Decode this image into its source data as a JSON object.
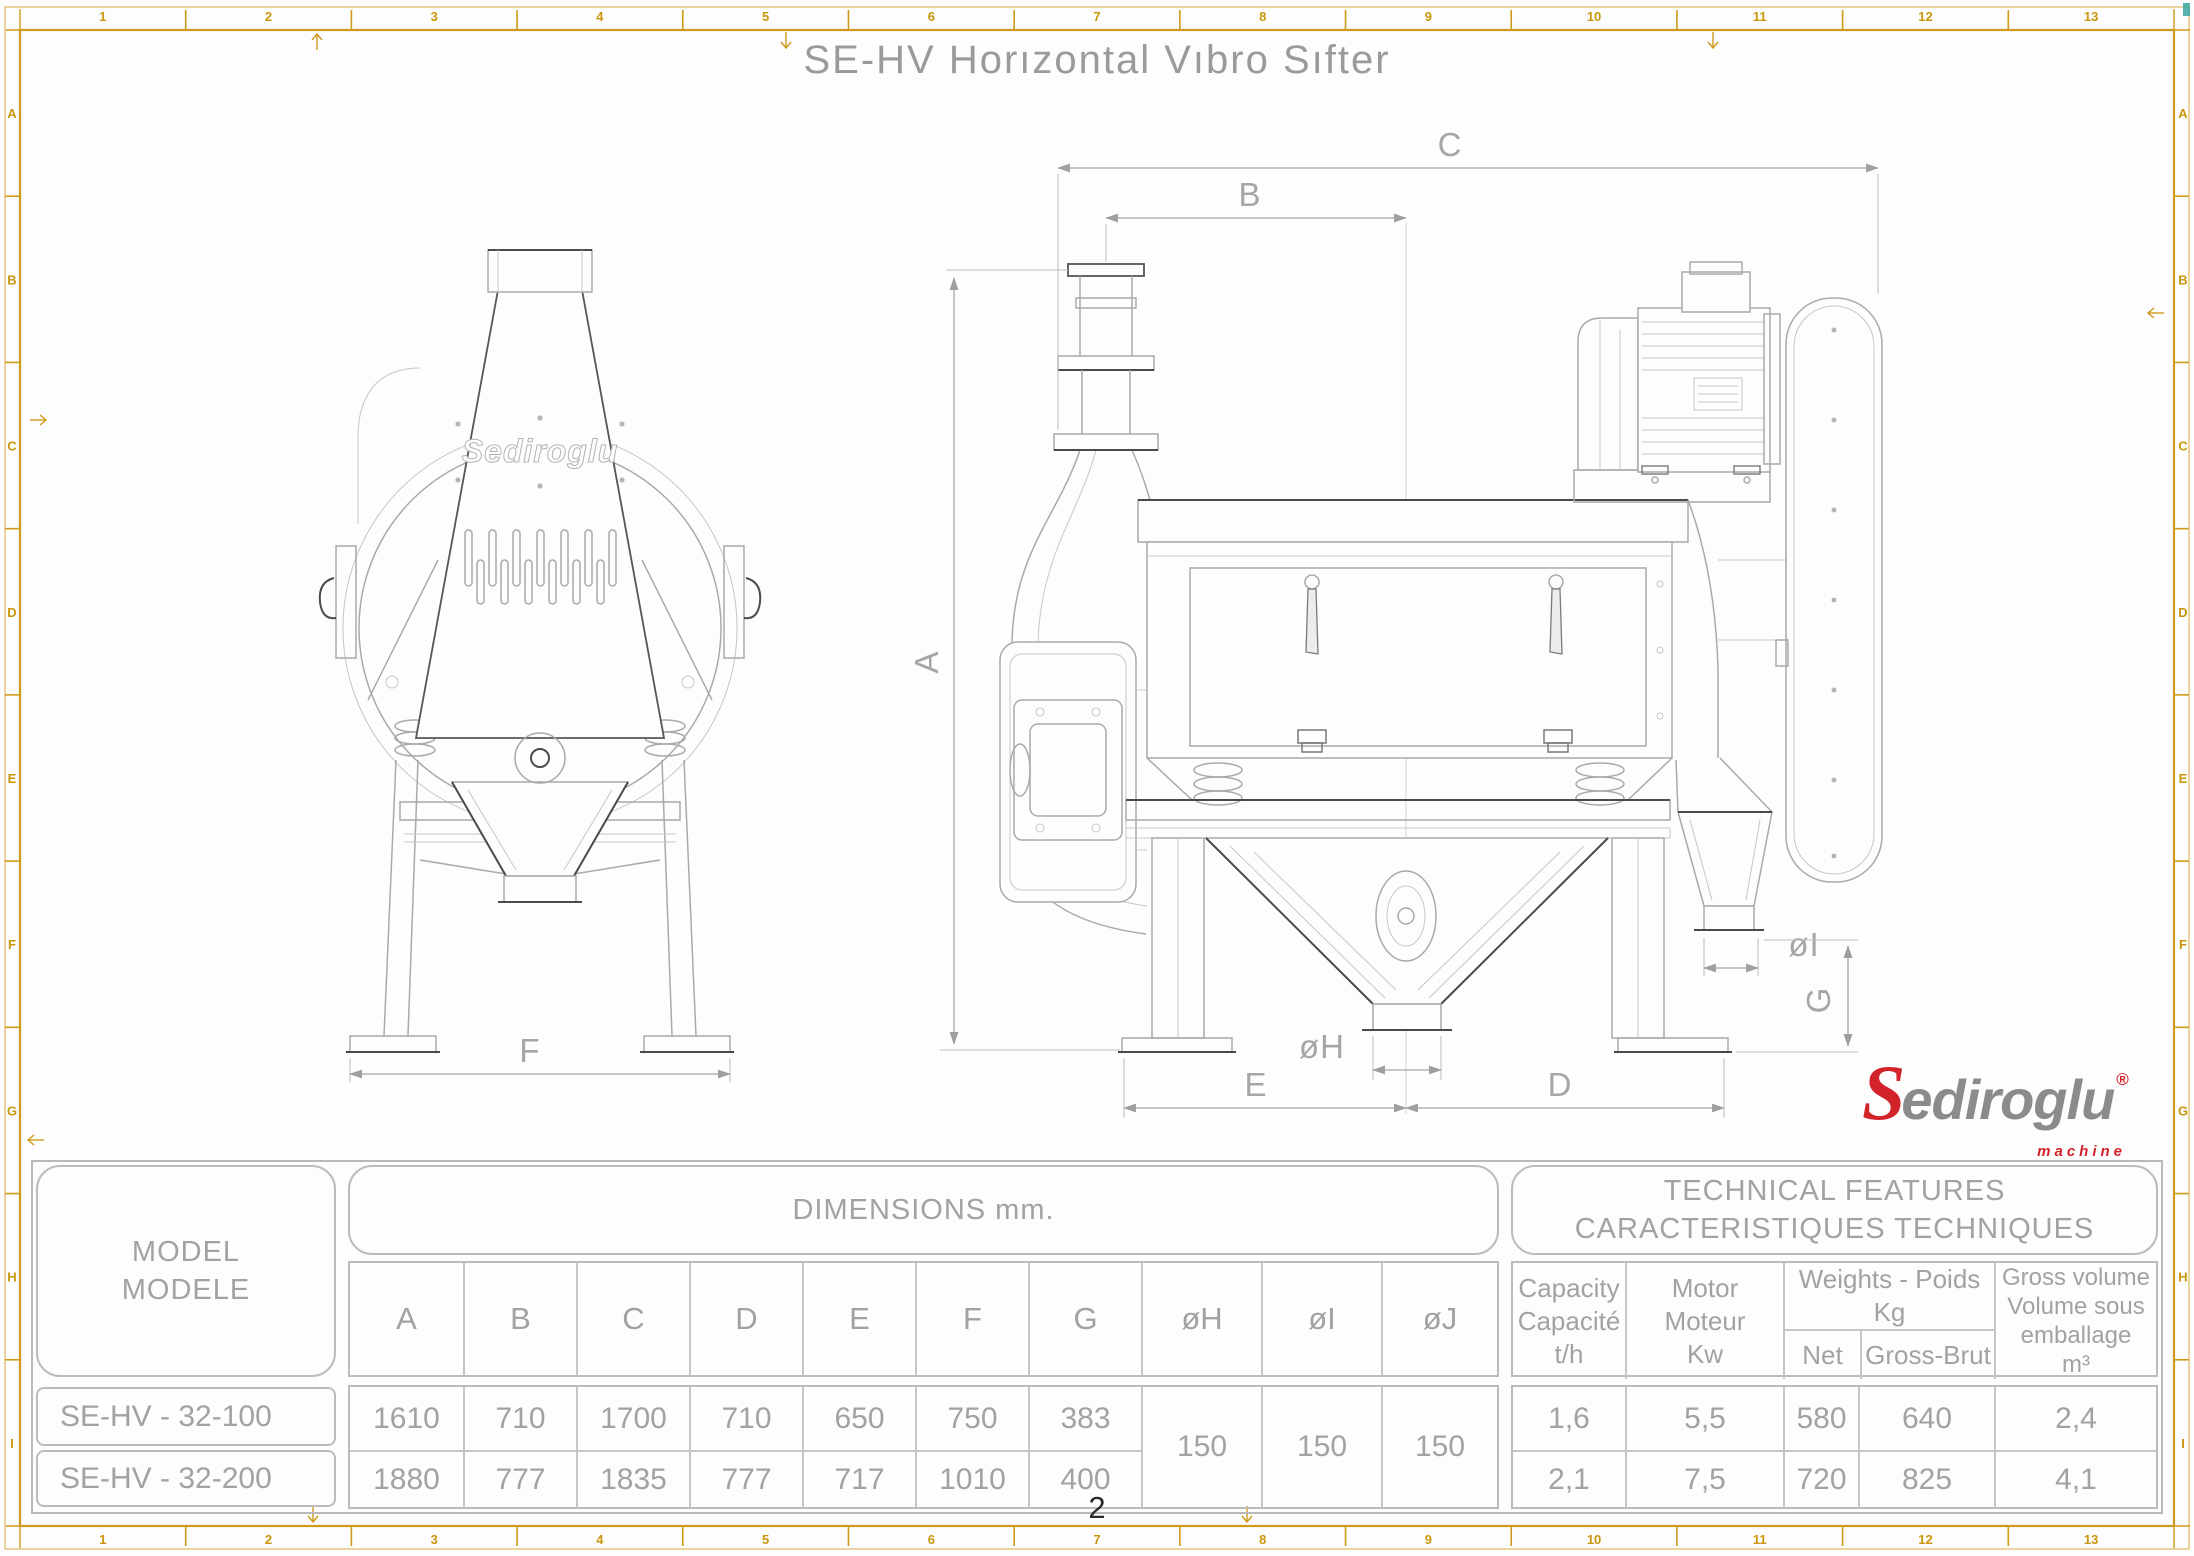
{
  "sheet": {
    "title": "SE-HV Horızontal Vıbro Sıfter",
    "page_number": "2"
  },
  "colors": {
    "frame_orange": "#cf9a1a",
    "frame_label_orange": "#c9960c",
    "line_gray": "#a9a9a9",
    "dark_line": "#4a4a4a",
    "text_gray": "#a2a2a2",
    "logo_red": "#d2232a",
    "logo_gray": "#8b8b8d",
    "teal_mark": "#3aa7a0"
  },
  "border": {
    "top_numbers": [
      "1",
      "2",
      "3",
      "4",
      "5",
      "6",
      "7",
      "8",
      "9",
      "10",
      "11",
      "12",
      "13"
    ],
    "bottom_numbers": [
      "1",
      "2",
      "3",
      "4",
      "5",
      "6",
      "7",
      "8",
      "9",
      "10",
      "11",
      "12",
      "13"
    ],
    "side_letters": [
      "A",
      "B",
      "C",
      "D",
      "E",
      "F",
      "G",
      "H",
      "I"
    ]
  },
  "drawing": {
    "embossed_logo": "Sediroglu",
    "dim_labels": {
      "a": "A",
      "b": "B",
      "c": "C",
      "d": "D",
      "e": "E",
      "f": "F",
      "g": "G",
      "h": "øH",
      "i": "øI"
    }
  },
  "logo": {
    "s": "S",
    "rest": "ediroglu",
    "registered": "®",
    "tagline": "machine"
  },
  "table": {
    "model_header": [
      "MODEL",
      "MODELE"
    ],
    "dimensions_header": "DIMENSIONS mm.",
    "technical_header": [
      "TECHNICAL FEATURES",
      "CARACTERISTIQUES TECHNIQUES"
    ],
    "dim_columns": [
      "A",
      "B",
      "C",
      "D",
      "E",
      "F",
      "G",
      "øH",
      "øI",
      "øJ"
    ],
    "tech_columns": {
      "capacity": [
        "Capacity",
        "Capacité",
        "t/h"
      ],
      "motor": [
        "Motor",
        "Moteur",
        "Kw"
      ],
      "weights": [
        "Weights - Poids",
        "Kg"
      ],
      "net": "Net",
      "gross": "Gross-Brut",
      "volume": [
        "Gross volume",
        "Volume sous",
        "emballage",
        "m³"
      ]
    },
    "rows": [
      {
        "model": "SE-HV - 32-100",
        "A": "1610",
        "B": "710",
        "C": "1700",
        "D": "710",
        "E": "650",
        "F": "750",
        "G": "383",
        "capacity": "1,6",
        "motor": "5,5",
        "net": "580",
        "gross": "640",
        "volume": "2,4"
      },
      {
        "model": "SE-HV - 32-200",
        "A": "1880",
        "B": "777",
        "C": "1835",
        "D": "777",
        "E": "717",
        "F": "1010",
        "G": "400",
        "capacity": "2,1",
        "motor": "7,5",
        "net": "720",
        "gross": "825",
        "volume": "4,1"
      }
    ],
    "merged": {
      "oH": "150",
      "oI": "150",
      "oJ": "150"
    }
  }
}
